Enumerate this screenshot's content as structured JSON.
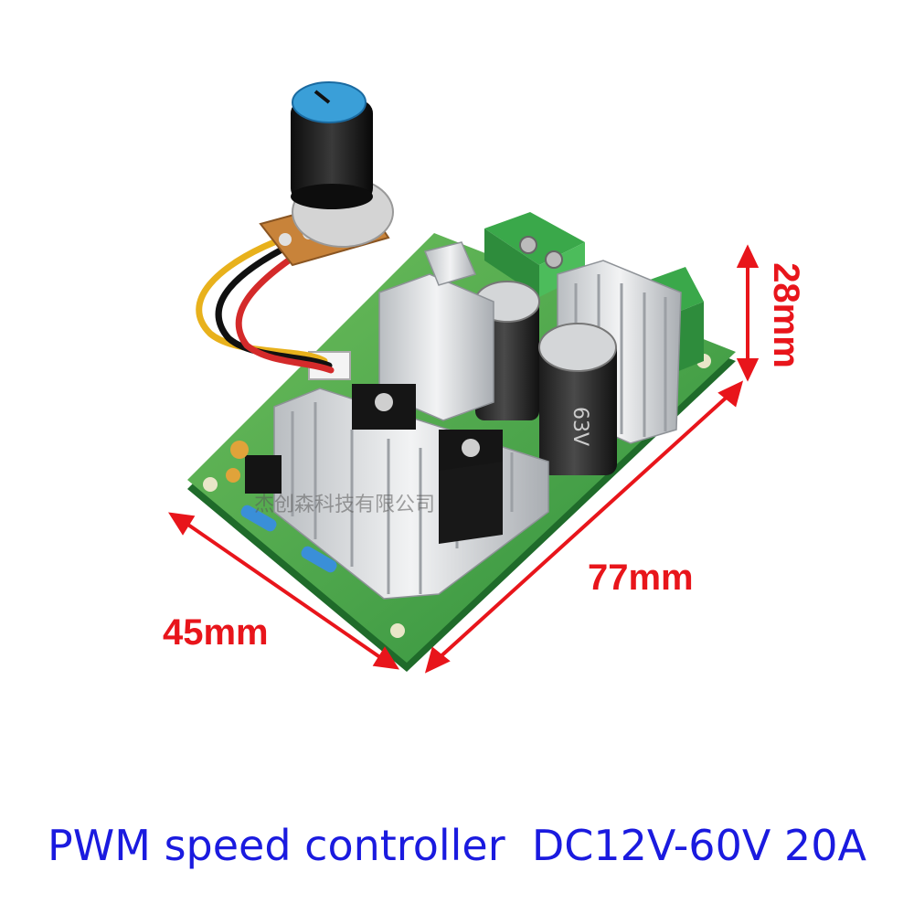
{
  "dimensions": {
    "width_label": "45mm",
    "length_label": "77mm",
    "height_label": "28mm"
  },
  "watermark": "杰创森科技有限公司",
  "caption": "PWM speed controller  DC12V-60V 20A",
  "colors": {
    "dimension_red": "#e8151b",
    "caption_blue": "#1a1adf",
    "pcb_green": "#2f9a3f",
    "heatsink_silver": "#d9dcdf",
    "terminal_green": "#3aa84a",
    "knob_blue": "#3a9fd8"
  }
}
